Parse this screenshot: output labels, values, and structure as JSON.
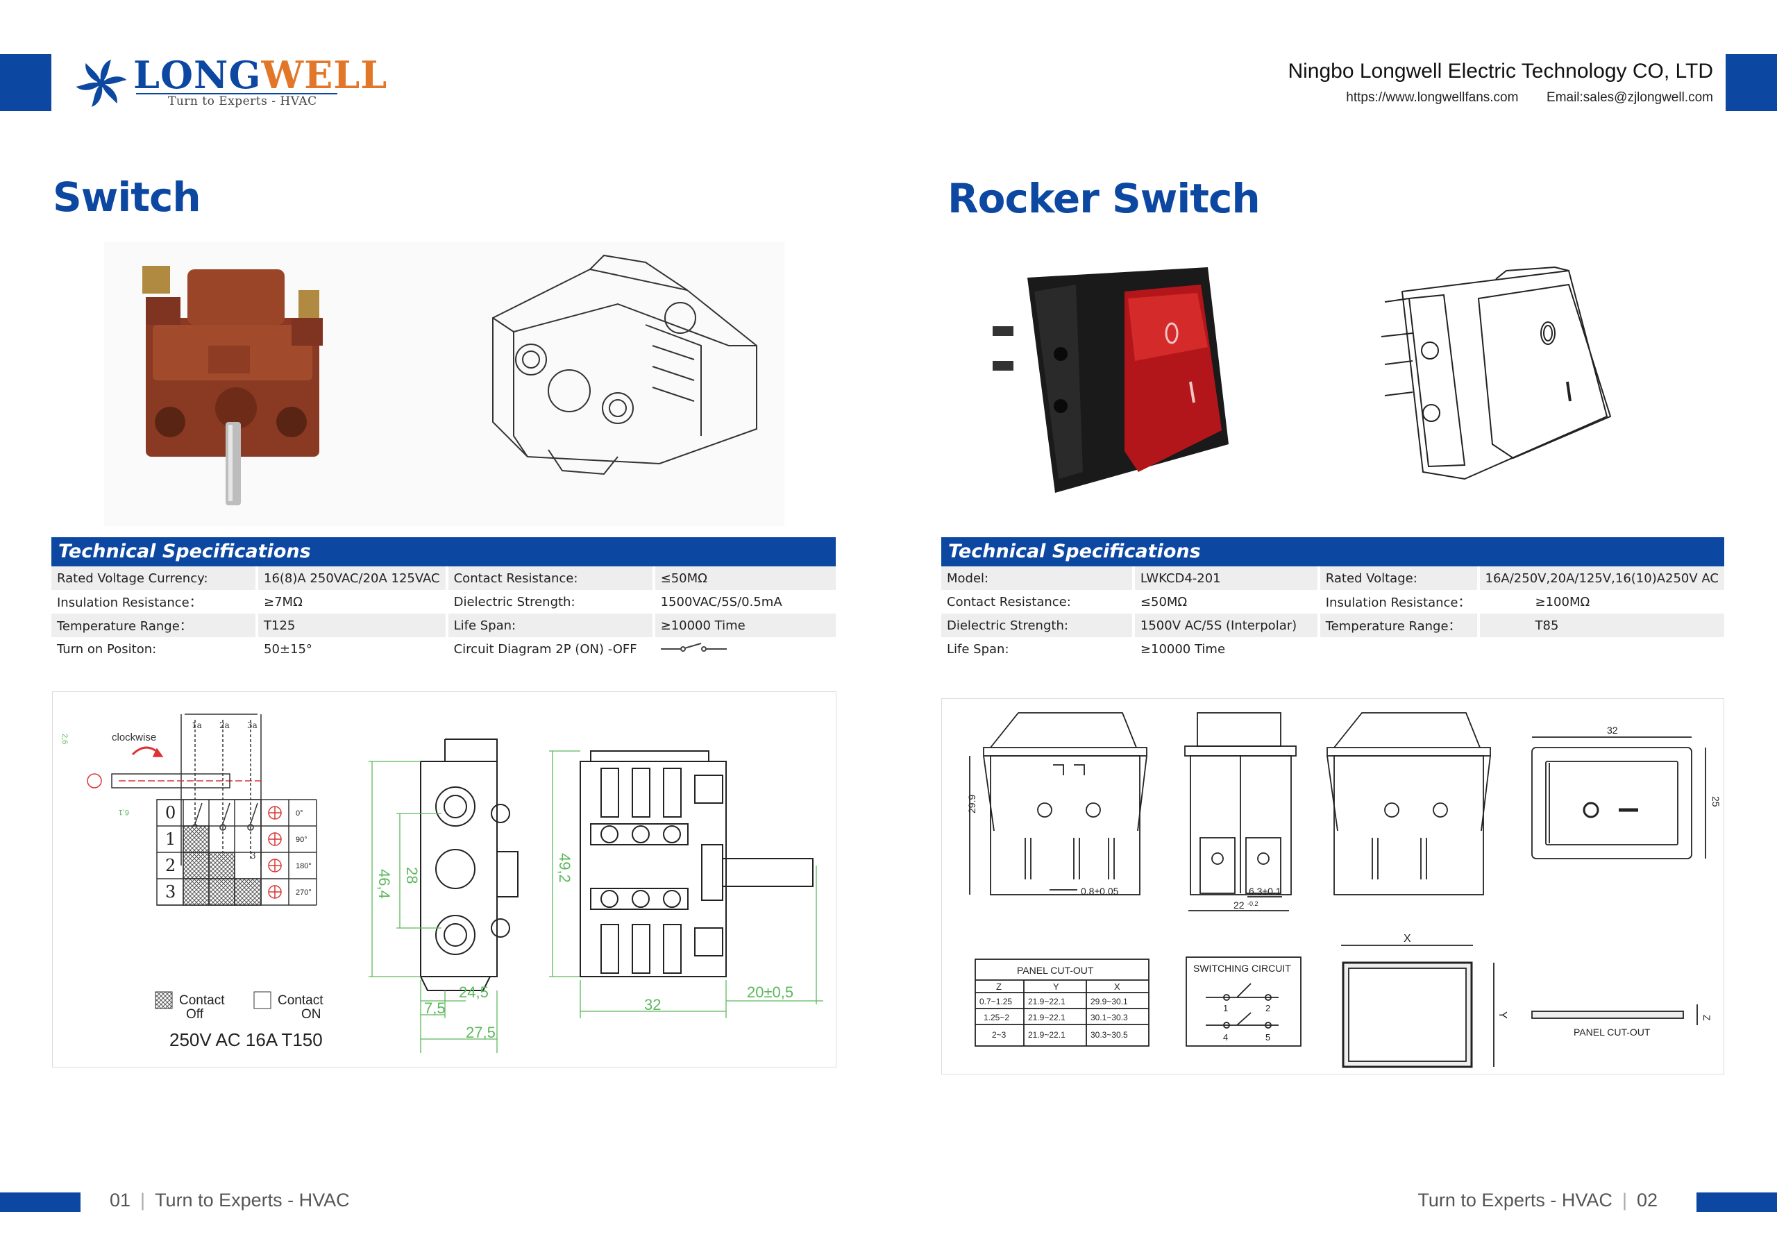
{
  "header": {
    "brand_part1": "LONG",
    "brand_part2": "WELL",
    "tagline": "Turn to Experts - HVAC",
    "company": "Ningbo Longwell Electric Technology CO, LTD",
    "website": "https://www.longwellfans.com",
    "email": "Email:sales@zjlongwell.com",
    "logo_icon": "fan-blade-icon"
  },
  "left": {
    "title": "Switch",
    "spec_title": "Technical Specifications",
    "specs": [
      {
        "k1": "Rated Voltage Currency:",
        "v1": "16(8)A 250VAC/20A 125VAC",
        "k2": "Contact Resistance:",
        "v2": "≤50MΩ"
      },
      {
        "k1": "Insulation Resistance：",
        "v1": "≥7MΩ",
        "k2": "Dielectric Strength:",
        "v2": "1500VAC/5S/0.5mA"
      },
      {
        "k1": "Temperature Range：",
        "v1": "T125",
        "k2": "Life Span:",
        "v2": "≥10000 Time"
      },
      {
        "k1": "Turn on Positon:",
        "v1": "50±15°",
        "k2": "Circuit Diagram 2P (ON) -OFF",
        "v2": ""
      }
    ],
    "diagram": {
      "clockwise": "clockwise",
      "rows": [
        "0",
        "1",
        "2",
        "3"
      ],
      "angles": [
        "0°",
        "90°",
        "180°",
        "270°"
      ],
      "columns": [
        "1a",
        "2a",
        "3a"
      ],
      "column_numbers": [
        "1",
        "2",
        "3"
      ],
      "legend_off": "Contact\nOff",
      "legend_off_1": "Contact",
      "legend_off_2": "Off",
      "legend_on_1": "Contact",
      "legend_on_2": "ON",
      "rating": "250V AC 16A  T150",
      "dims": {
        "d1": "46,4",
        "d2": "28",
        "d3": "7,5",
        "d4": "24,5",
        "d5": "27,5",
        "d6": "49,2",
        "d7": "32",
        "d8": "20±0,5",
        "d9": "2,6",
        "d10": "6,1"
      }
    }
  },
  "right": {
    "title": "Rocker Switch",
    "spec_title": "Technical Specifications",
    "specs": [
      {
        "k1": "Model:",
        "v1": "LWKCD4-201",
        "k2": "Rated Voltage:",
        "v2": "16A/250V,20A/125V,16(10)A250V AC"
      },
      {
        "k1": "Contact Resistance:",
        "v1": "≤50MΩ",
        "k2": "Insulation Resistance：",
        "v2": "≥100MΩ"
      },
      {
        "k1": "Dielectric Strength:",
        "v1": "1500V AC/5S (Interpolar)",
        "k2": "Temperature Range：",
        "v2": "T85"
      },
      {
        "k1": "Life Span:",
        "v1": "≥10000 Time",
        "k2": "",
        "v2": ""
      }
    ],
    "diagram": {
      "d_height": "29.9",
      "d_pin": "0.8±0.05",
      "d_gap": "6.3±0.1",
      "d_width": "22",
      "d_width_tol": "-0.2",
      "d_top": "32",
      "d_side": "25",
      "panel_title": "PANEL CUT-OUT",
      "panel_headers": [
        "Z",
        "Y",
        "X"
      ],
      "panel_rows": [
        [
          "0.7~1.25",
          "21.9~22.1",
          "29.9~30.1"
        ],
        [
          "1.25~2",
          "21.9~22.1",
          "30.1~30.3"
        ],
        [
          "2~3",
          "21.9~22.1",
          "30.3~30.5"
        ]
      ],
      "circuit_title": "SWITCHING CIRCUIT",
      "circuit_pins": [
        "1",
        "2",
        "4",
        "5"
      ],
      "cut_x": "X",
      "cut_y": "Y",
      "cut_z": "Z",
      "panel_label": "PANEL CUT-OUT"
    }
  },
  "footer": {
    "left_num": "01",
    "left_text": "Turn to Experts - HVAC",
    "right_text": "Turn to Experts - HVAC",
    "right_num": "02"
  }
}
